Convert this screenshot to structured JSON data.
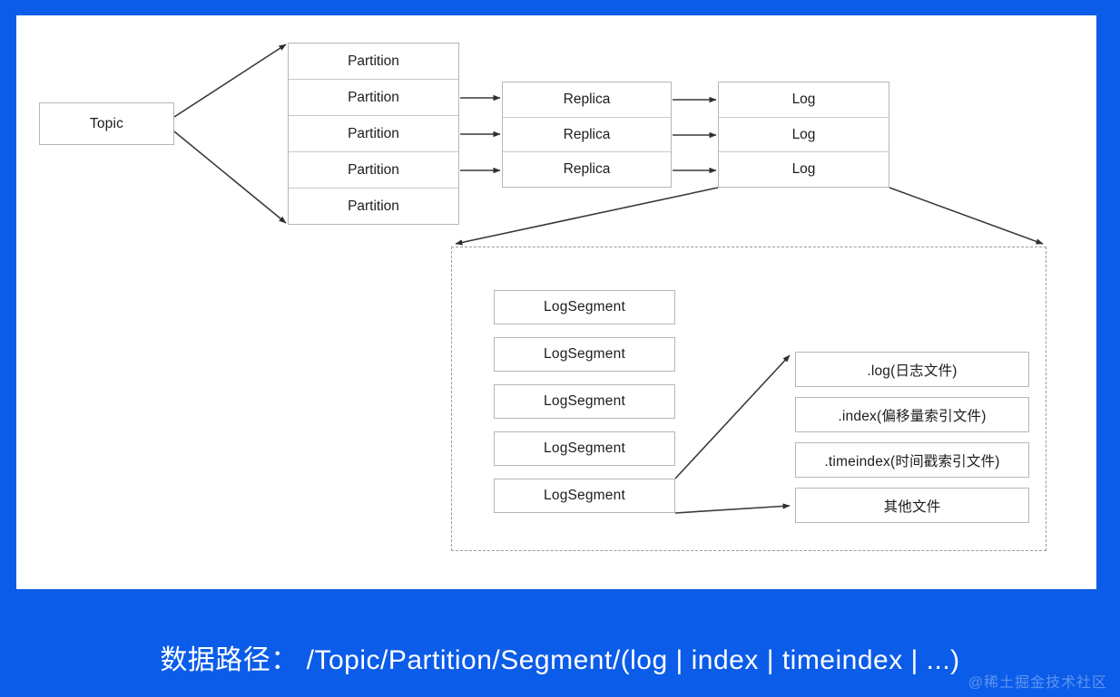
{
  "page": {
    "background_color": "#0b5ce9",
    "panel_color": "#ffffff",
    "caption": "数据路径： /Topic/Partition/Segment/(log | index | timeindex | ...)",
    "watermark": "@稀土掘金技术社区"
  },
  "diagram": {
    "type": "flow-hierarchy",
    "topic": {
      "label": "Topic"
    },
    "partitions": {
      "title": "Partition",
      "items": [
        {
          "label": "Partition"
        },
        {
          "label": "Partition"
        },
        {
          "label": "Partition"
        },
        {
          "label": "Partition"
        },
        {
          "label": "Partition"
        }
      ]
    },
    "replicas": {
      "title": "Replica",
      "items": [
        {
          "label": "Replica"
        },
        {
          "label": "Replica"
        },
        {
          "label": "Replica"
        }
      ]
    },
    "logs": {
      "title": "Log",
      "items": [
        {
          "label": "Log"
        },
        {
          "label": "Log"
        },
        {
          "label": "Log"
        }
      ]
    },
    "segments": {
      "title": "LogSegment",
      "items": [
        {
          "label": "LogSegment"
        },
        {
          "label": "LogSegment"
        },
        {
          "label": "LogSegment"
        },
        {
          "label": "LogSegment"
        },
        {
          "label": "LogSegment"
        }
      ]
    },
    "files": {
      "items": [
        {
          "label": ".log(日志文件)"
        },
        {
          "label": ".index(偏移量索引文件)"
        },
        {
          "label": ".timeindex(时间戳索引文件)"
        },
        {
          "label": "其他文件"
        }
      ]
    },
    "colors": {
      "box_border": "#b6b6b6",
      "divider": "#c9c9c9",
      "dashed_border": "#9a9a9a",
      "connector": "#3a3a3a",
      "text": "#1d1d1d"
    }
  }
}
